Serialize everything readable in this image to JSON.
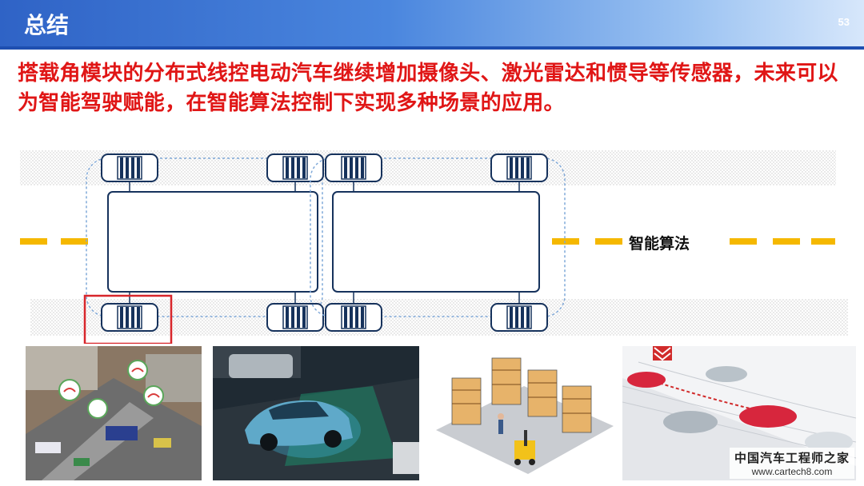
{
  "header": {
    "title": "总结",
    "page_number": "53"
  },
  "headline": "搭载角模块的分布式线控电动汽车继续增加摄像头、激光雷达和惯导等传感器，未来可以为智能驾驶赋能，在智能算法控制下实现多种场景的应用。",
  "diagram": {
    "algorithm_label": "智能算法"
  },
  "colors": {
    "headline": "#e01616",
    "header_bar": "#2f63c6",
    "lane_dash": "#f5b800",
    "highlight_box": "#d8262b",
    "wheel": "#16325c"
  },
  "watermark": {
    "cn": "中国汽车工程师之家",
    "en": "www.cartech8.com"
  }
}
